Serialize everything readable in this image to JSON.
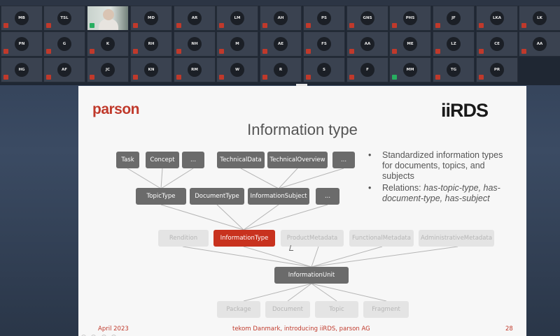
{
  "participants": {
    "rows": [
      [
        {
          "initials": "MB",
          "mic": "muted"
        },
        {
          "initials": "TSL",
          "mic": "muted"
        },
        {
          "initials": "",
          "mic": "on",
          "video": true
        },
        {
          "initials": "MD",
          "mic": "muted"
        },
        {
          "initials": "AR",
          "mic": "muted"
        },
        {
          "initials": "LM",
          "mic": "muted"
        },
        {
          "initials": "AH",
          "mic": "muted"
        },
        {
          "initials": "PS",
          "mic": "muted"
        },
        {
          "initials": "GNS",
          "mic": "muted"
        },
        {
          "initials": "PHS",
          "mic": "muted"
        },
        {
          "initials": "JF",
          "mic": "muted"
        },
        {
          "initials": "LKA",
          "mic": "muted"
        },
        {
          "initials": "LK",
          "mic": "muted"
        }
      ],
      [
        {
          "initials": "PN",
          "mic": "muted"
        },
        {
          "initials": "G",
          "mic": "muted"
        },
        {
          "initials": "K",
          "mic": "muted"
        },
        {
          "initials": "RH",
          "mic": "muted"
        },
        {
          "initials": "NH",
          "mic": "muted"
        },
        {
          "initials": "M",
          "mic": "muted"
        },
        {
          "initials": "AE",
          "mic": "muted"
        },
        {
          "initials": "FS",
          "mic": "muted"
        },
        {
          "initials": "AA",
          "mic": "muted"
        },
        {
          "initials": "ME",
          "mic": "muted"
        },
        {
          "initials": "LZ",
          "mic": "muted"
        },
        {
          "initials": "CE",
          "mic": "muted"
        },
        {
          "initials": "AA",
          "mic": "muted"
        }
      ],
      [
        {
          "initials": "HG",
          "mic": "muted"
        },
        {
          "initials": "AF",
          "mic": "muted"
        },
        {
          "initials": "JC",
          "mic": "muted"
        },
        {
          "initials": "KN",
          "mic": "muted"
        },
        {
          "initials": "RM",
          "mic": "muted"
        },
        {
          "initials": "W",
          "mic": "muted"
        },
        {
          "initials": "R",
          "mic": "muted"
        },
        {
          "initials": "S",
          "mic": "muted"
        },
        {
          "initials": "F",
          "mic": "muted"
        },
        {
          "initials": "MM",
          "mic": "on"
        },
        {
          "initials": "TG",
          "mic": "muted"
        },
        {
          "initials": "PR",
          "mic": "muted"
        }
      ]
    ]
  },
  "colors": {
    "accent": "#c8321e",
    "brand_red": "#c0392b",
    "box_dark": "#6b6b6b",
    "box_light": "#e4e4e4",
    "muted_mic": "#c0392b",
    "active_mic": "#27ae60"
  },
  "slide": {
    "logo_left": "parson",
    "logo_right": "iiRDS",
    "title": "Information type",
    "diagram": {
      "row1": [
        "Task",
        "Concept",
        "...",
        "TechnicalData",
        "TechnicalOverview",
        "..."
      ],
      "row2": [
        "TopicType",
        "DocumentType",
        "InformationSubject",
        "..."
      ],
      "row3": [
        "Rendition",
        "InformationType",
        "ProductMetadata",
        "FunctionalMetadata",
        "AdministrativeMetadata"
      ],
      "row4": [
        "InformationUnit"
      ],
      "row5": [
        "Package",
        "Document",
        "Topic",
        "Fragment"
      ]
    },
    "bullets": {
      "b1": "Standardized information types for documents, topics, and subjects",
      "b2_prefix": "Relations: ",
      "b2_italic": "has-topic-type, has-document-type, has-subject"
    },
    "footer": {
      "date": "April 2023",
      "center": "tekom Danmark, introducing iiRDS, parson AG",
      "page": "28"
    }
  }
}
